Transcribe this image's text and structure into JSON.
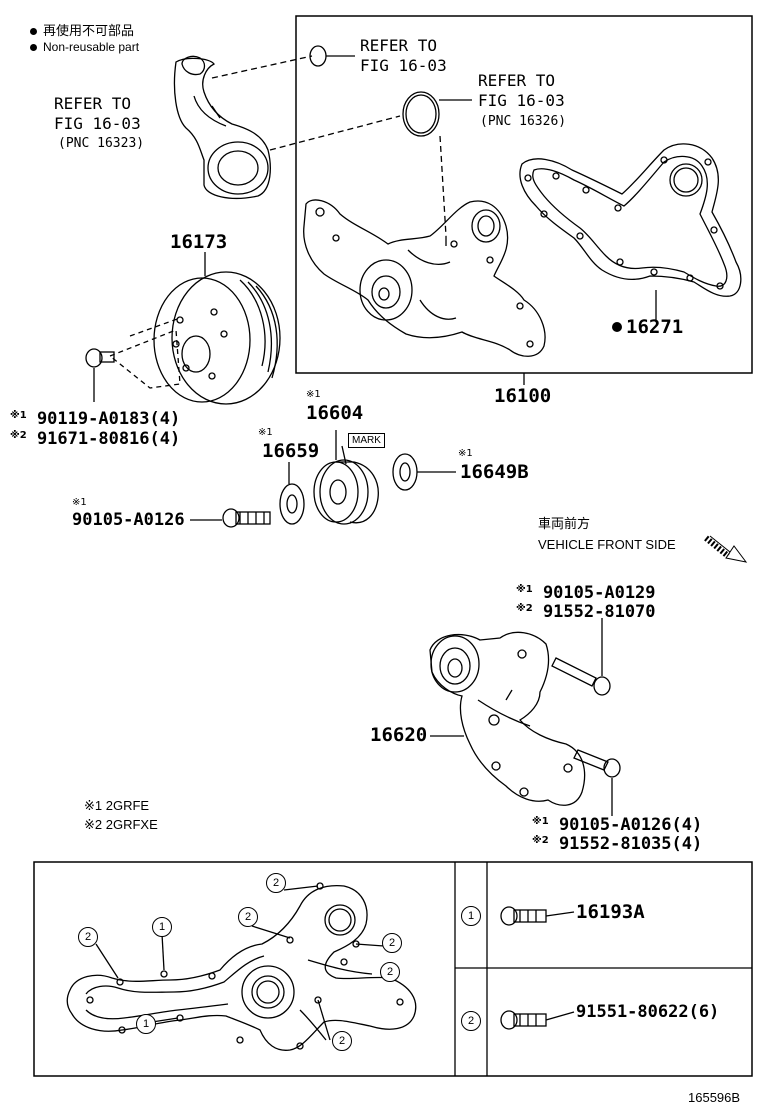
{
  "legend": {
    "non_reusable_jp": "再使用不可部品",
    "non_reusable_en": "Non-reusable part"
  },
  "refs": {
    "ref_left": {
      "line1": "REFER TO",
      "line2": "FIG 16-03",
      "line3": "(PNC 16323)"
    },
    "ref_top": {
      "line1": "REFER TO",
      "line2": "FIG 16-03"
    },
    "ref_mid": {
      "line1": "REFER TO",
      "line2": "FIG 16-03",
      "line3": "(PNC 16326)"
    }
  },
  "parts": {
    "p16173": "16173",
    "p16271": "16271",
    "p16100": "16100",
    "p16604_note": "※1",
    "p16604": "16604",
    "p16659_note": "※1",
    "p16659": "16659",
    "p16649b_note": "※1",
    "p16649b": "16649B",
    "mark": "MARK",
    "bolt_pulley_1_note": "※1",
    "bolt_pulley_1": "90119-A0183(4)",
    "bolt_pulley_2_note": "※2",
    "bolt_pulley_2": "91671-80816(4)",
    "bolt_idler_note": "※1",
    "bolt_idler": "90105-A0126",
    "tensioner_bolt_1_note": "※1",
    "tensioner_bolt_1": "90105-A0129",
    "tensioner_bolt_2_note": "※2",
    "tensioner_bolt_2": "91552-81070",
    "p16620": "16620",
    "bracket_bolt_1_note": "※1",
    "bracket_bolt_1": "90105-A0126(4)",
    "bracket_bolt_2_note": "※2",
    "bracket_bolt_2": "91552-81035(4)"
  },
  "direction": {
    "jp": "車両前方",
    "en": "VEHICLE FRONT SIDE"
  },
  "engine_notes": {
    "n1": "※1 2GRFE",
    "n2": "※2 2GRFXE"
  },
  "detail_table": {
    "rows": [
      {
        "key": "1",
        "part": "16193A"
      },
      {
        "key": "2",
        "part": "91551-80622(6)"
      }
    ],
    "callout_1": "1",
    "callout_2": "2"
  },
  "figure_id": "165596B"
}
